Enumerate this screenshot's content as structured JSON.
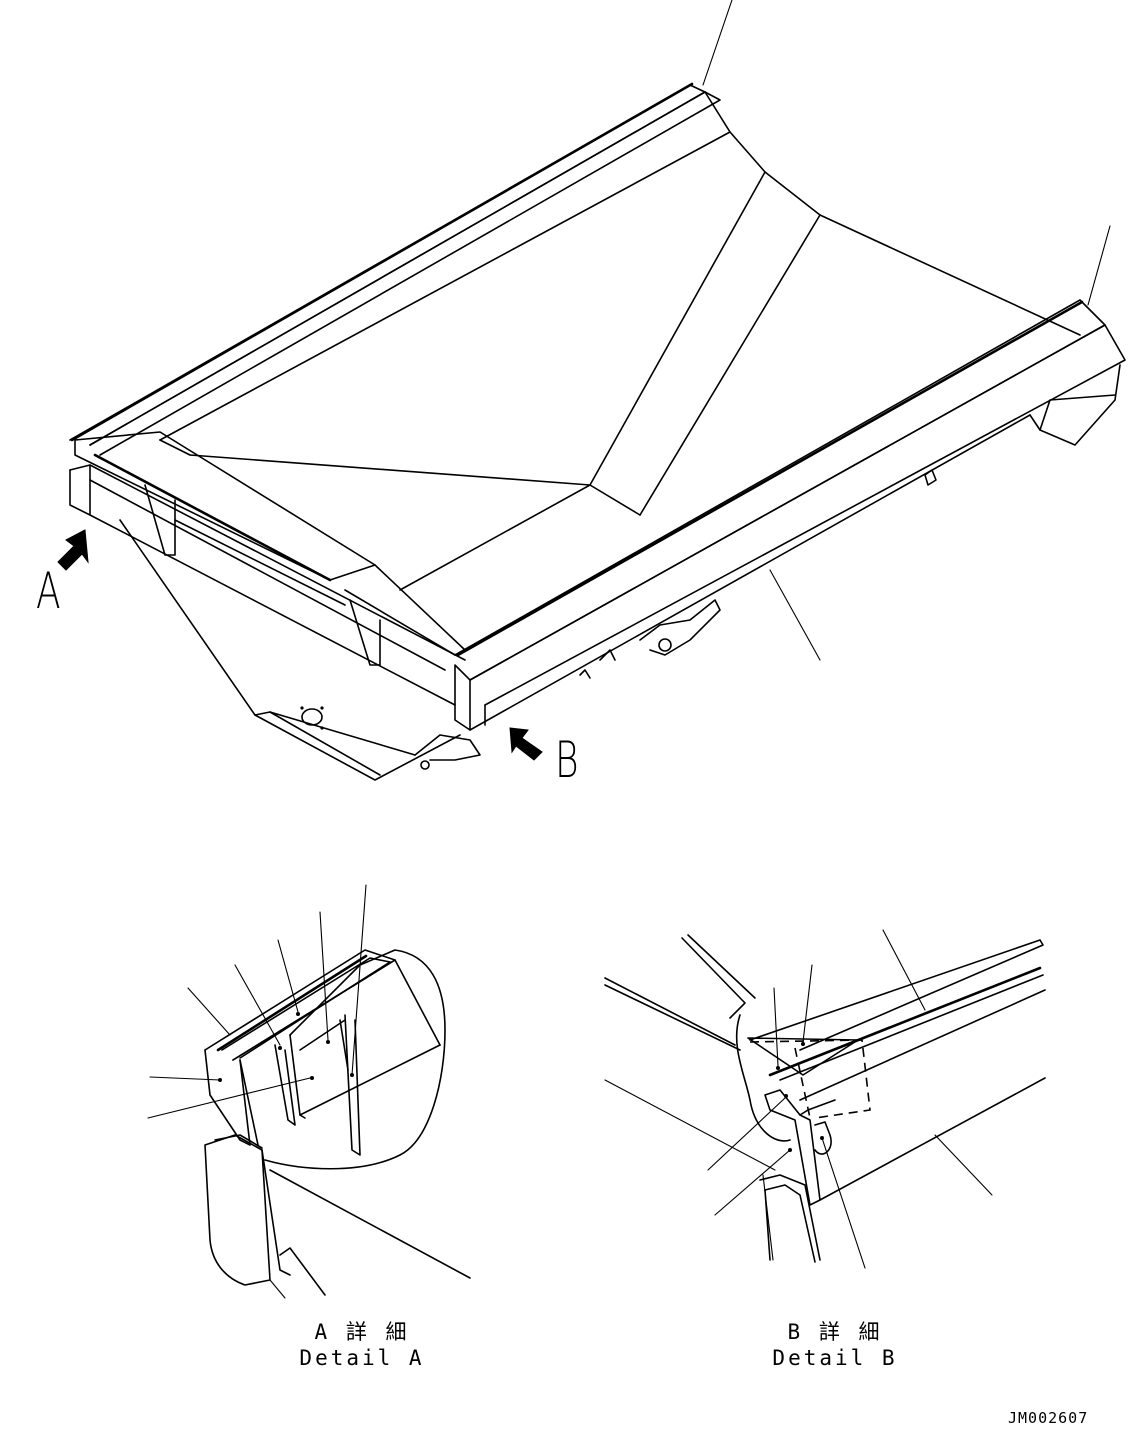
{
  "main_view": {
    "arrow_a_label": "A",
    "arrow_b_label": "B"
  },
  "detail_a": {
    "caption_jp": "A 詳 細",
    "caption_en": "Detail A"
  },
  "detail_b": {
    "caption_jp": "B 詳 細",
    "caption_en": "Detail B"
  },
  "drawing_code": "JM002607"
}
